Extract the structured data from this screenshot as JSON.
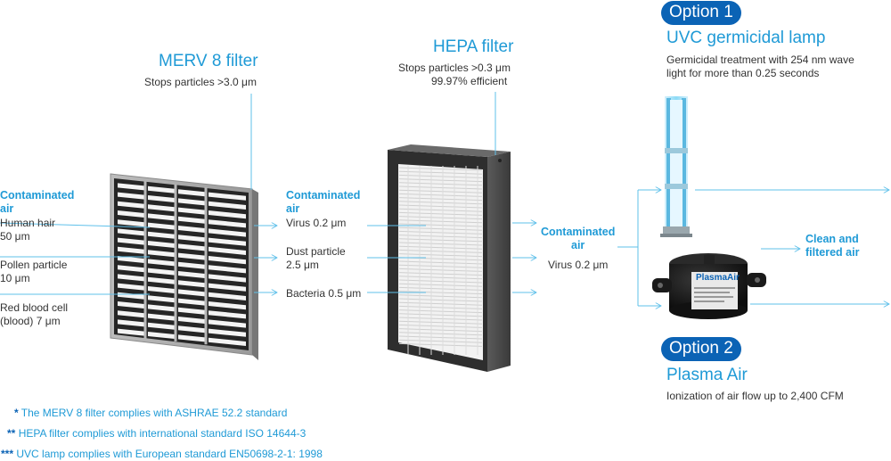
{
  "merv": {
    "title": "MERV 8 filter",
    "subtitle": "Stops particles >3.0 μm"
  },
  "hepa": {
    "title": "HEPA filter",
    "subtitle_1": "Stops particles >0.3 μm",
    "subtitle_2": "99.97% efficient"
  },
  "option1": {
    "badge": "Option 1",
    "title": "UVC germicidal lamp",
    "desc_1": "Germicidal treatment with 254 nm wave",
    "desc_2": "light for more than 0.25 seconds"
  },
  "option2": {
    "badge": "Option 2",
    "title": "Plasma Air",
    "desc": "Ionization of air flow up to 2,400 CFM",
    "device_label": "PlasmaAir"
  },
  "stage1": {
    "heading_1": "Contaminated",
    "heading_2": "air",
    "items": [
      {
        "line_1": "Human hair",
        "line_2": "50 μm"
      },
      {
        "line_1": "Pollen particle",
        "line_2": "10 μm"
      },
      {
        "line_1": "Red blood cell",
        "line_2": "(blood) 7 μm"
      }
    ]
  },
  "stage2": {
    "heading_1": "Contaminated",
    "heading_2": "air",
    "items": [
      {
        "line_1": "Virus 0.2 μm",
        "line_2": ""
      },
      {
        "line_1": "Dust particle",
        "line_2": "2.5 μm"
      },
      {
        "line_1": "Bacteria 0.5 μm",
        "line_2": ""
      }
    ]
  },
  "stage3": {
    "heading_1": "Contaminated",
    "heading_2": "air",
    "item": "Virus 0.2 μm"
  },
  "output": {
    "line_1": "Clean and",
    "line_2": "filtered air"
  },
  "notes": [
    {
      "stars": "*",
      "text": "The MERV 8 filter complies with ASHRAE 52.2 standard"
    },
    {
      "stars": "**",
      "text": "HEPA filter complies with international standard ISO 14644-3"
    },
    {
      "stars": "***",
      "text": "UVC lamp complies with European standard EN50698-2-1: 1998"
    }
  ],
  "colors": {
    "accent": "#1f9ad6",
    "badge": "#0b63b5",
    "arrow": "#5fc0ea",
    "uv_glow": "#7fd6f5"
  }
}
